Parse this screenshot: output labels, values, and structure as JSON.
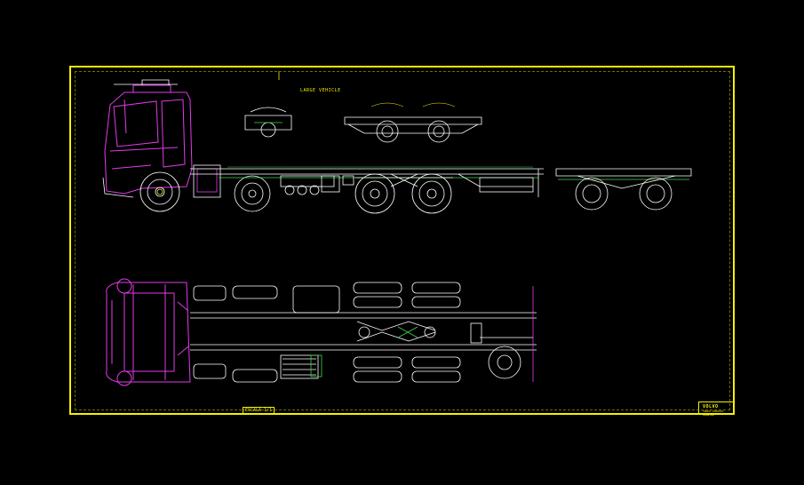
{
  "drawing": {
    "title_label": "LARGE VEHICLE",
    "scale_label": "ESCALA 1/1",
    "title_block": {
      "brand": "VOLVO",
      "sub": "TRUCK CHASSIS DRAWING"
    },
    "colors": {
      "background": "#000000",
      "frame": "#f5f000",
      "linework": "#ffffff",
      "cab": "#e23be8",
      "accent": "#3fd64a"
    },
    "views": [
      {
        "name": "side-view",
        "description_icon": "truck-side-elevation"
      },
      {
        "name": "front-axle-view",
        "description_icon": "axle-end-view"
      },
      {
        "name": "tandem-detail-view",
        "description_icon": "tandem-axle-detail"
      },
      {
        "name": "rear-chassis-view",
        "description_icon": "rear-chassis-segment"
      },
      {
        "name": "plan-view",
        "description_icon": "chassis-top-view"
      }
    ]
  }
}
